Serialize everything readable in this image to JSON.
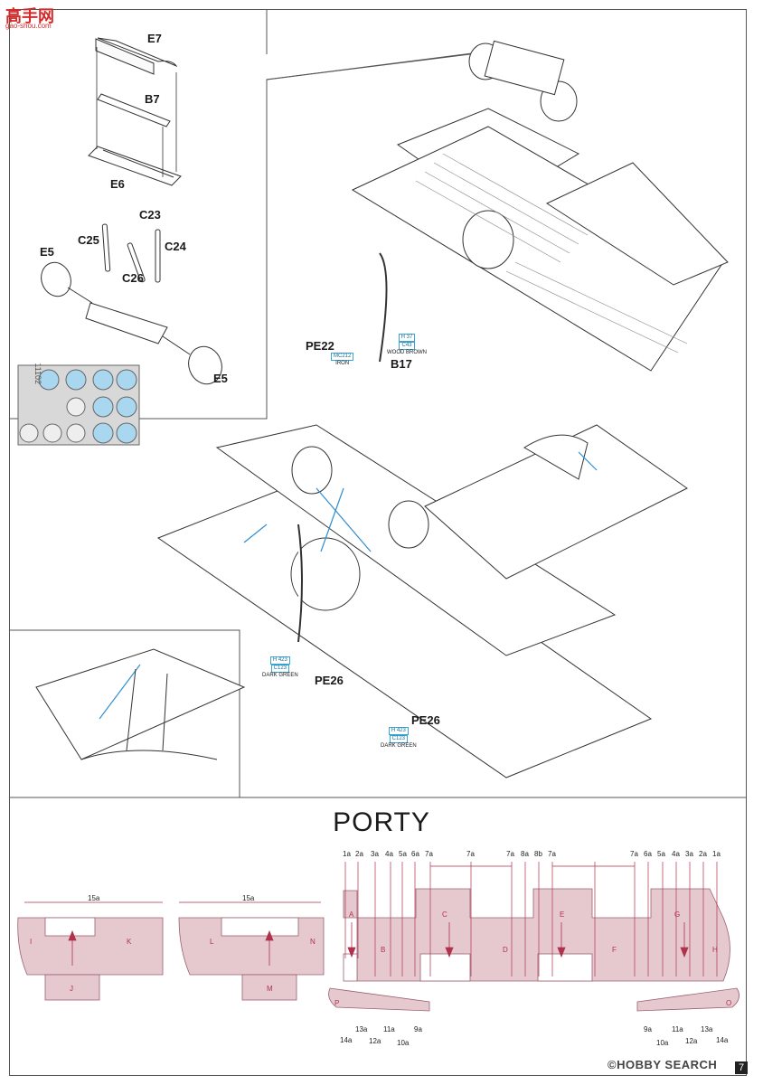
{
  "header": {
    "logo_text": "高手网",
    "logo_sub": "gao-shou.com"
  },
  "parts": {
    "E7": "E7",
    "B7": "B7",
    "E6": "E6",
    "C23": "C23",
    "C25": "C25",
    "C24": "C24",
    "C26": "C26",
    "E5_a": "E5",
    "E5_b": "E5",
    "PE22": "PE22",
    "B17": "B17",
    "PE26_a": "PE26",
    "PE26_b": "PE26"
  },
  "mask_sheet": {
    "code": "11102"
  },
  "paint_callouts": {
    "wood": {
      "code1": "H 37",
      "code2": "C43",
      "name": "WOOD BROWN"
    },
    "iron": {
      "code1": "MC212",
      "name": "IRON"
    },
    "green1": {
      "code1": "H 423",
      "code2": "C123",
      "name": "DARK GREEN"
    },
    "green2": {
      "code1": "H 423",
      "code2": "C123",
      "name": "DARK GREEN"
    }
  },
  "porty": {
    "title": "PORTY",
    "left_tail_label": "15a",
    "right_tail_label": "15a",
    "left_zones": [
      "I",
      "J",
      "K"
    ],
    "right_zones": [
      "L",
      "M",
      "N"
    ],
    "top_numbers": [
      "1a",
      "2a",
      "3a",
      "4a",
      "5a",
      "6a",
      "7a",
      "7a",
      "7a",
      "8a",
      "8b",
      "7a",
      "7a",
      "6a",
      "5a",
      "4a",
      "3a",
      "2a",
      "1a"
    ],
    "wing_zones": [
      "A",
      "B",
      "C",
      "D",
      "E",
      "F",
      "G",
      "H"
    ],
    "aileron_left": {
      "zone": "P",
      "numbers": [
        "14a",
        "13a",
        "12a",
        "11a",
        "10a",
        "9a"
      ]
    },
    "aileron_right": {
      "zone": "O",
      "numbers": [
        "9a",
        "10a",
        "11a",
        "12a",
        "13a",
        "14a"
      ]
    }
  },
  "footer": {
    "watermark": "©HOBBY SEARCH",
    "page": "7"
  }
}
